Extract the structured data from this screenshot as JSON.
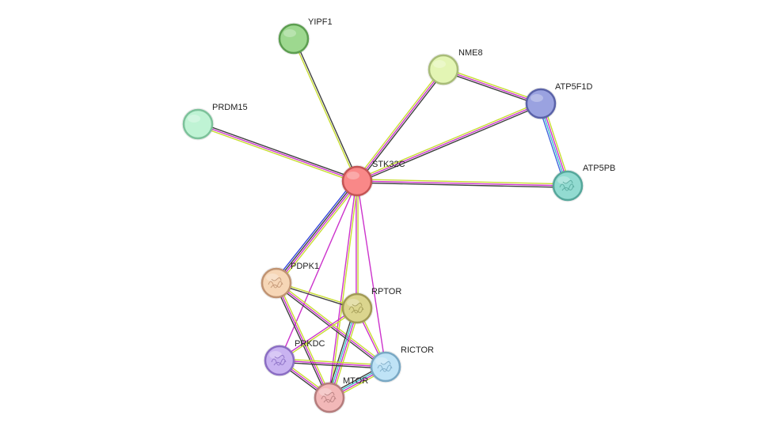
{
  "network": {
    "nodes": [
      {
        "id": "STK32C",
        "label": "STK32C",
        "fill": "#f98888",
        "stroke": "#c45454",
        "structure": false
      },
      {
        "id": "YIPF1",
        "label": "YIPF1",
        "fill": "#9dd88f",
        "stroke": "#5c9e50",
        "structure": false
      },
      {
        "id": "NME8",
        "label": "NME8",
        "fill": "#e3f5b4",
        "stroke": "#a8bc78",
        "structure": false
      },
      {
        "id": "ATP5F1D",
        "label": "ATP5F1D",
        "fill": "#9aa2e0",
        "stroke": "#5a62a8",
        "structure": false
      },
      {
        "id": "PRDM15",
        "label": "PRDM15",
        "fill": "#bff3d4",
        "stroke": "#7cc29a",
        "structure": false
      },
      {
        "id": "ATP5PB",
        "label": "ATP5PB",
        "fill": "#92dbd1",
        "stroke": "#55a79b",
        "structure": true
      },
      {
        "id": "PDPK1",
        "label": "PDPK1",
        "fill": "#f6d6b6",
        "stroke": "#c09372",
        "structure": true
      },
      {
        "id": "RPTOR",
        "label": "RPTOR",
        "fill": "#dbd58e",
        "stroke": "#a19a55",
        "structure": true
      },
      {
        "id": "PRKDC",
        "label": "PRKDC",
        "fill": "#c9b3f1",
        "stroke": "#8a6dc3",
        "structure": true
      },
      {
        "id": "RICTOR",
        "label": "RICTOR",
        "fill": "#bfe3f6",
        "stroke": "#79a8c4",
        "structure": true
      },
      {
        "id": "MTOR",
        "label": "MTOR",
        "fill": "#f2b8b8",
        "stroke": "#b57c7c",
        "structure": true
      }
    ],
    "edges": [
      {
        "from": "STK32C",
        "to": "YIPF1",
        "colors": [
          "#c8dd32",
          "#404040"
        ]
      },
      {
        "from": "STK32C",
        "to": "NME8",
        "colors": [
          "#c8dd32",
          "#cc33cc",
          "#404040"
        ]
      },
      {
        "from": "STK32C",
        "to": "ATP5F1D",
        "colors": [
          "#c8dd32",
          "#cc33cc",
          "#404040"
        ]
      },
      {
        "from": "STK32C",
        "to": "PRDM15",
        "colors": [
          "#c8dd32",
          "#cc33cc",
          "#404040"
        ]
      },
      {
        "from": "STK32C",
        "to": "ATP5PB",
        "colors": [
          "#c8dd32",
          "#cc33cc",
          "#404040"
        ]
      },
      {
        "from": "NME8",
        "to": "ATP5F1D",
        "colors": [
          "#c8dd32",
          "#cc33cc",
          "#404040"
        ]
      },
      {
        "from": "ATP5F1D",
        "to": "ATP5PB",
        "colors": [
          "#c8dd32",
          "#cc33cc",
          "#3fbfcf",
          "#4466dd"
        ]
      },
      {
        "from": "STK32C",
        "to": "PDPK1",
        "colors": [
          "#c8dd32",
          "#cc33cc",
          "#404040",
          "#3344dd"
        ]
      },
      {
        "from": "STK32C",
        "to": "RPTOR",
        "colors": [
          "#c8dd32",
          "#cc33cc"
        ]
      },
      {
        "from": "STK32C",
        "to": "PRKDC",
        "colors": [
          "#cc33cc"
        ]
      },
      {
        "from": "STK32C",
        "to": "RICTOR",
        "colors": [
          "#cc33cc"
        ]
      },
      {
        "from": "STK32C",
        "to": "MTOR",
        "colors": [
          "#c8dd32",
          "#cc33cc"
        ]
      },
      {
        "from": "PDPK1",
        "to": "RPTOR",
        "colors": [
          "#c8dd32",
          "#404040"
        ]
      },
      {
        "from": "PDPK1",
        "to": "RICTOR",
        "colors": [
          "#c8dd32",
          "#cc33cc",
          "#404040"
        ]
      },
      {
        "from": "PDPK1",
        "to": "MTOR",
        "colors": [
          "#c8dd32",
          "#cc33cc",
          "#404040"
        ]
      },
      {
        "from": "RPTOR",
        "to": "PRKDC",
        "colors": [
          "#c8dd32",
          "#cc33cc"
        ]
      },
      {
        "from": "RPTOR",
        "to": "RICTOR",
        "colors": [
          "#c8dd32",
          "#cc33cc"
        ]
      },
      {
        "from": "RPTOR",
        "to": "MTOR",
        "colors": [
          "#c8dd32",
          "#cc33cc",
          "#3fbfcf",
          "#404040"
        ]
      },
      {
        "from": "PRKDC",
        "to": "RICTOR",
        "colors": [
          "#c8dd32",
          "#cc33cc",
          "#404040"
        ]
      },
      {
        "from": "PRKDC",
        "to": "MTOR",
        "colors": [
          "#c8dd32",
          "#cc33cc",
          "#404040"
        ]
      },
      {
        "from": "RICTOR",
        "to": "MTOR",
        "colors": [
          "#c8dd32",
          "#cc33cc",
          "#3fbfcf",
          "#404040"
        ]
      }
    ]
  }
}
